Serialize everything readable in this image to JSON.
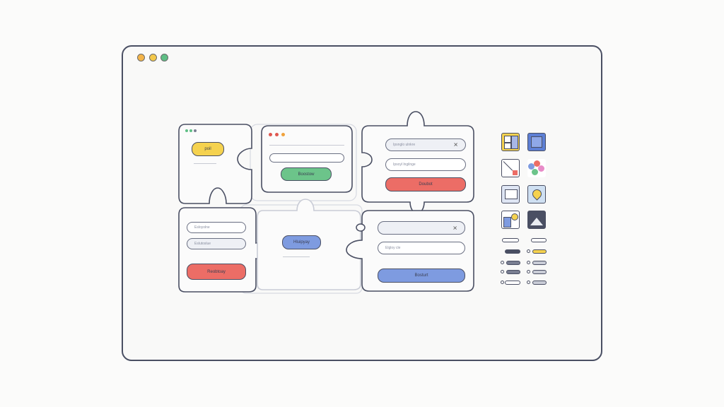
{
  "window": {
    "controls": [
      "close",
      "minimize",
      "maximize"
    ]
  },
  "pieces": {
    "top_left": {
      "button_label": "poil"
    },
    "top_middle": {
      "input_value": "",
      "button_label": "Boostow"
    },
    "top_right": {
      "search_value": "Ipsnglo ulnkre",
      "field_value": "Ipsoyl lngilnge",
      "button_label": "Doubot"
    },
    "bottom_left": {
      "field1_value": "Esloyolne",
      "field2_value": "Eslutoslue",
      "button_label": "Reobtoay"
    },
    "bottom_middle": {
      "button_label": "Hluipyay"
    },
    "bottom_right": {
      "search_value": "",
      "field_value": "Elgloy cle",
      "button_label": "Bosturt"
    }
  },
  "colors": {
    "yellow": "#f5d24f",
    "green": "#6cc48a",
    "red": "#ec6d66",
    "blue": "#7e9be0",
    "stroke": "#4a4f63"
  },
  "sidebar": {
    "icons": [
      "layout-grid-icon",
      "blue-panel-icon",
      "edit-image-icon",
      "palette-icon",
      "chart-image-icon",
      "map-pin-icon",
      "photo-collage-icon",
      "landscape-image-icon"
    ],
    "controls": [
      "toggle-off",
      "toggle-outline",
      "toggle-dark",
      "toggle-yellow",
      "radio-slider",
      "radio-slider",
      "radio-slider",
      "radio-slider"
    ]
  }
}
